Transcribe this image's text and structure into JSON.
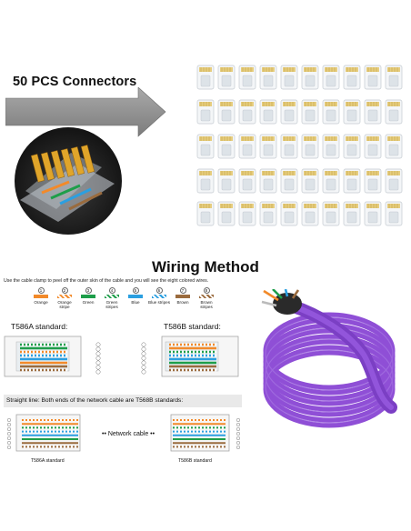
{
  "hero": {
    "title": "50 PCS Connectors"
  },
  "wiring": {
    "title": "Wiring Method",
    "subtitle": "Use the cable clamp to peel off the outer skin of the cable and you will see the eight colored wires.",
    "legend": [
      {
        "num": "1",
        "label": "Orange",
        "color": "#f28a2a",
        "striped": false
      },
      {
        "num": "2",
        "label": "Orange stripe",
        "color": "#f28a2a",
        "striped": true
      },
      {
        "num": "3",
        "label": "Green",
        "color": "#1e9e4a",
        "striped": false
      },
      {
        "num": "4",
        "label": "Green stripes",
        "color": "#1e9e4a",
        "striped": true
      },
      {
        "num": "5",
        "label": "Blue",
        "color": "#2b9fe0",
        "striped": false
      },
      {
        "num": "6",
        "label": "Blue stripes",
        "color": "#2b9fe0",
        "striped": true
      },
      {
        "num": "7",
        "label": "Brown",
        "color": "#9a6b3e",
        "striped": false
      },
      {
        "num": "8",
        "label": "Brown stripes",
        "color": "#9a6b3e",
        "striped": true
      }
    ],
    "t568a_label": "T586A standard:",
    "t568b_label": "T586B standard:",
    "straight_line": "Straight line: Both ends of the network cable are T568B standards:",
    "network_cable": "Network cable",
    "end_a_label": "T586A standard",
    "end_b_label": "T586B standard"
  },
  "colors": {
    "coil": "#8f4fd6",
    "arrow": "#8a8a8a",
    "gold": "#d9a326"
  }
}
